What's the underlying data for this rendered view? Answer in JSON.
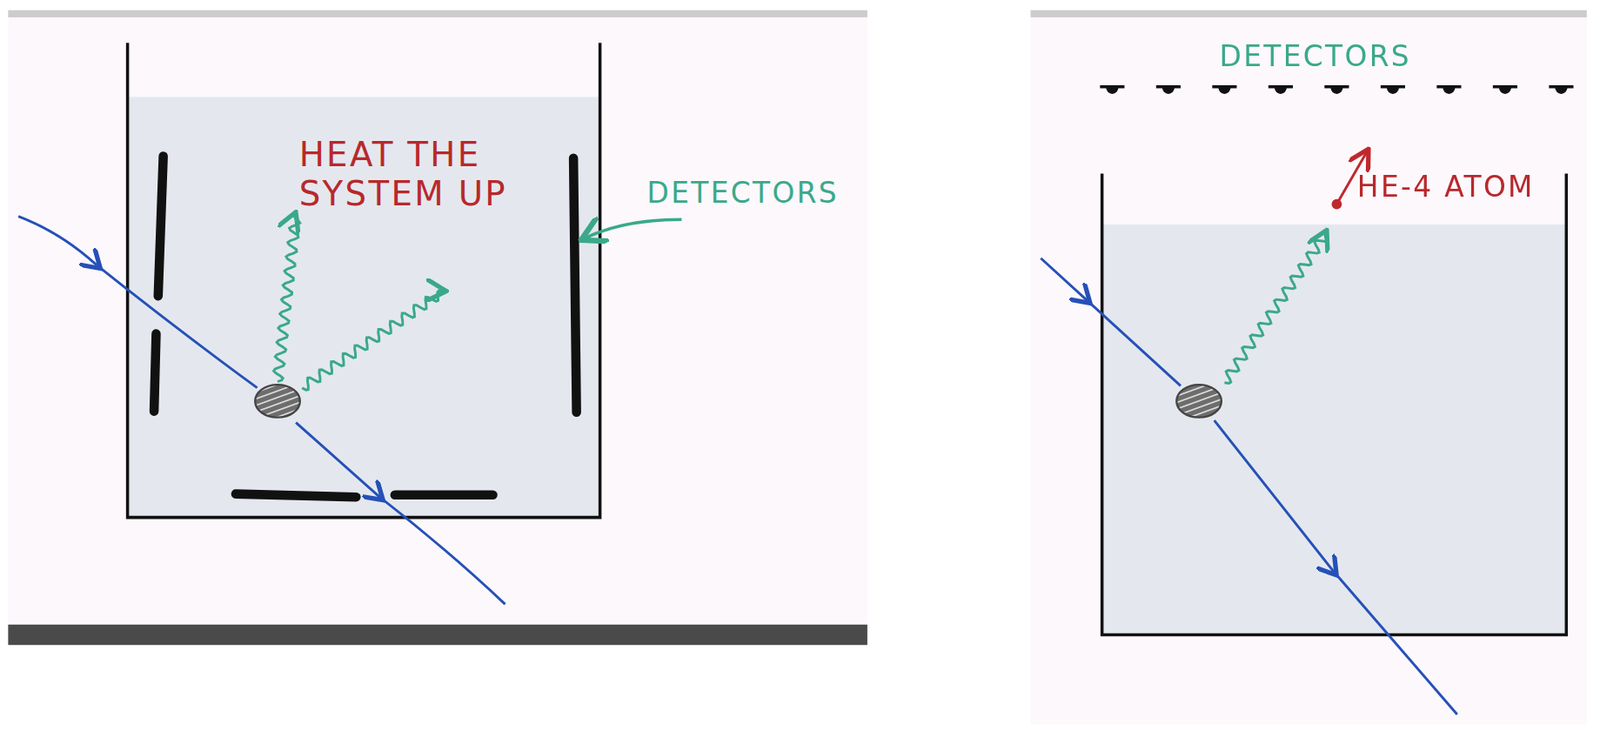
{
  "diagram": {
    "labels": [
      "HEAT THE SYSTEM UP",
      "DETECTORS",
      "DETECTORS",
      "HE-4 ATOM"
    ]
  }
}
